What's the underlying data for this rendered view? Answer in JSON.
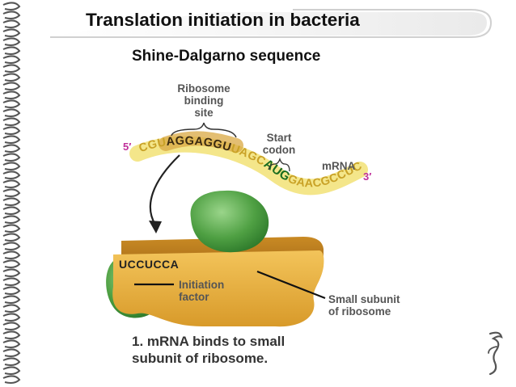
{
  "title": "Translation initiation in bacteria",
  "subtitle": "Shine-Dalgarno sequence",
  "labels": {
    "ribosome_binding_site": [
      "Ribosome",
      "binding",
      "site"
    ],
    "start_codon": [
      "Start",
      "codon"
    ],
    "mrna": "mRNA",
    "five_prime": "5′",
    "three_prime": "3′",
    "initiation_factor": [
      "Initiation",
      "factor"
    ],
    "small_subunit": [
      "Small subunit",
      "of ribosome"
    ]
  },
  "sequences": {
    "mrna_segments": [
      {
        "text": "CGU",
        "role": "flank"
      },
      {
        "text": "AGGAGGU",
        "role": "shine-dalgarno"
      },
      {
        "text": "UAGC",
        "role": "flank"
      },
      {
        "text": "AUG",
        "role": "start-codon"
      },
      {
        "text": "GAACGCCUC",
        "role": "flank"
      }
    ],
    "anti_sd": "UCCUCCA"
  },
  "caption": [
    "1. mRNA binds to small",
    "subunit of ribosome."
  ],
  "colors": {
    "mrna_band": "#f4e68a",
    "sd_highlight": "#d9a843",
    "start_codon": "#2fb84a",
    "subunit": "#e8b13c",
    "factor": "#5fae54",
    "prime": "#c0309a"
  }
}
